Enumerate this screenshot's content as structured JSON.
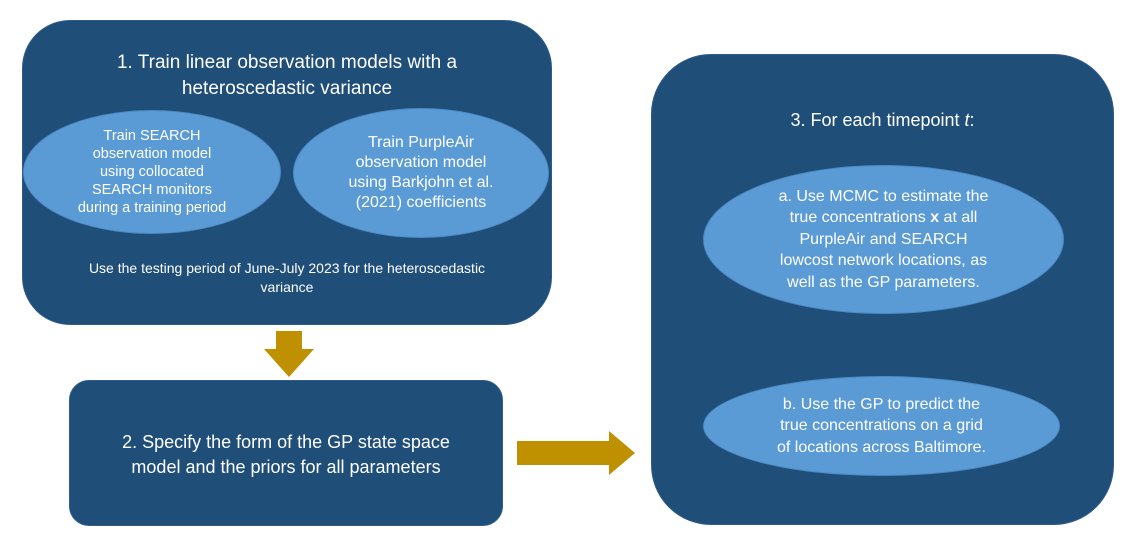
{
  "colors": {
    "box_fill": "#1f4e79",
    "oval_fill": "#5b9bd5",
    "arrow": "#bf9000",
    "text": "#ffffff"
  },
  "step1": {
    "title": "1. Train linear observation models with a\nheteroscedastic variance",
    "oval_search": "Train SEARCH\nobservation model\nusing collocated\nSEARCH monitors\nduring a training period",
    "oval_purpleair": "Train PurpleAir\nobservation model\nusing Barkjohn et al.\n(2021) coefficients",
    "footer": "Use the testing period of June-July 2023 for the heteroscedastic\nvariance"
  },
  "step2": {
    "text": "2. Specify the form of the GP state space\nmodel and the priors for all parameters"
  },
  "step3": {
    "title_prefix": "3. For each timepoint ",
    "title_var": "t",
    "title_suffix": ":",
    "a_line1": "a. Use MCMC to estimate the",
    "a_line2_prefix": "true concentrations ",
    "a_line2_bold": "x",
    "a_line2_suffix": " at all",
    "a_rest": "PurpleAir and SEARCH\nlowcost network locations, as\nwell as the GP parameters.",
    "b_text": "b. Use the GP to predict the\ntrue concentrations on a grid\nof locations across Baltimore."
  }
}
